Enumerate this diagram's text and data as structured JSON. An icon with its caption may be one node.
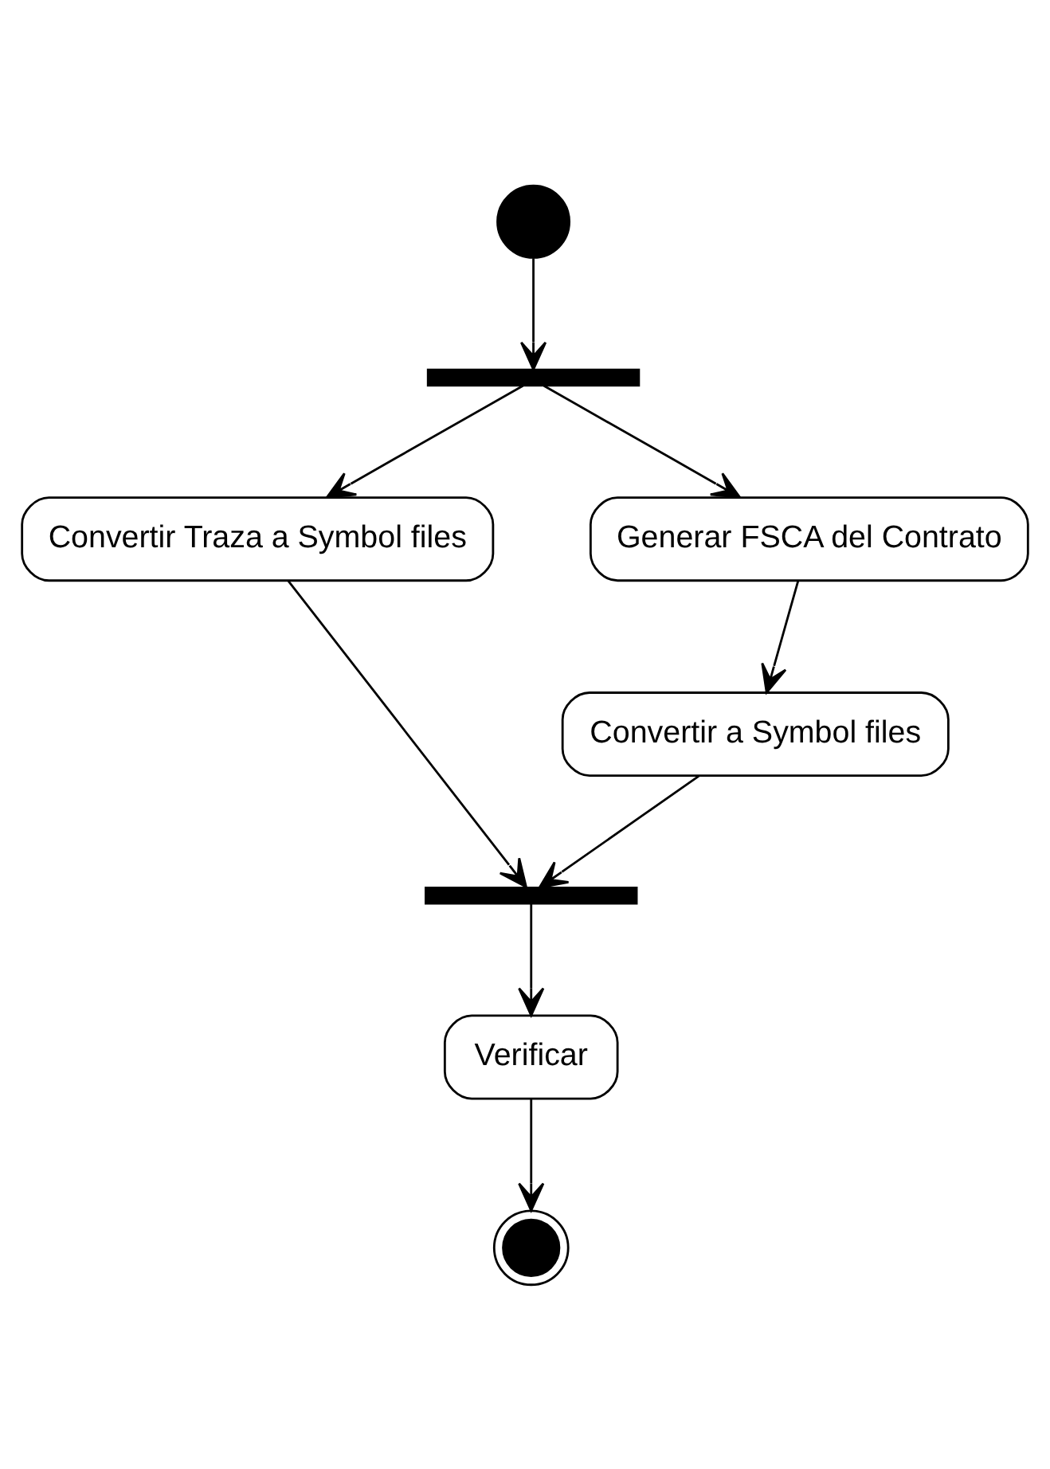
{
  "diagram": {
    "nodes": [
      {
        "text": [],
        "shape": "circle"
      },
      {
        "text": [],
        "shape": "bar"
      },
      {
        "text": [
          "Convertir Traza a Symbol files"
        ]
      },
      {
        "text": [
          "Generar FSCA del Contrato"
        ]
      },
      {
        "text": [
          "Convertir a Symbol files"
        ]
      },
      {
        "text": [],
        "shape": "bar"
      },
      {
        "text": [
          "Verificar"
        ]
      },
      {
        "text": [],
        "shape": "bullseye"
      }
    ],
    "edges": [
      {
        "from": 0,
        "to": 1,
        "arrow": "to"
      },
      {
        "from": 1,
        "to": 2,
        "arrow": "to"
      },
      {
        "from": 1,
        "to": 3,
        "arrow": "to"
      },
      {
        "from": 3,
        "to": 4,
        "arrow": "to"
      },
      {
        "from": 2,
        "to": 5,
        "arrow": "to"
      },
      {
        "from": 4,
        "to": 5,
        "arrow": "to"
      },
      {
        "from": 5,
        "to": 6,
        "arrow": "to"
      },
      {
        "from": 6,
        "to": 7,
        "arrow": "to"
      }
    ]
  }
}
